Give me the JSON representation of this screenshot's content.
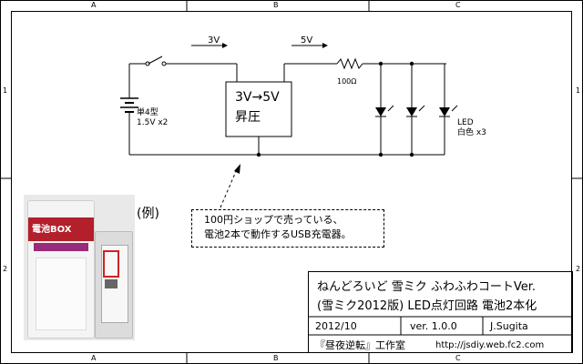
{
  "grid": {
    "col_labels": [
      "A",
      "B",
      "C"
    ],
    "row_labels": [
      "1",
      "2"
    ]
  },
  "schematic": {
    "voltage_in": "3V",
    "voltage_out": "5V",
    "booster_line1": "3V→5V",
    "booster_line2": "昇圧",
    "battery_label1": "単4型",
    "battery_label2": "1.5V x2",
    "resistor_label": "100Ω",
    "led_label1": "LED",
    "led_label2": "白色 x3"
  },
  "example_label": "(例)",
  "note": {
    "line1": "100円ショップで売っている、",
    "line2": "電池2本で動作するUSB充電器。"
  },
  "photo": {
    "package_text": "電池BOX"
  },
  "title_block": {
    "title1": "ねんどろいど 雪ミク ふわふわコートVer.",
    "title2": "(雪ミク2012版) LED点灯回路 電池2本化",
    "date": "2012/10",
    "version": "ver. 1.0.0",
    "author": "J.Sugita",
    "studio": "『昼夜逆転』工作室",
    "url": "http://jsdiy.web.fc2.com"
  }
}
